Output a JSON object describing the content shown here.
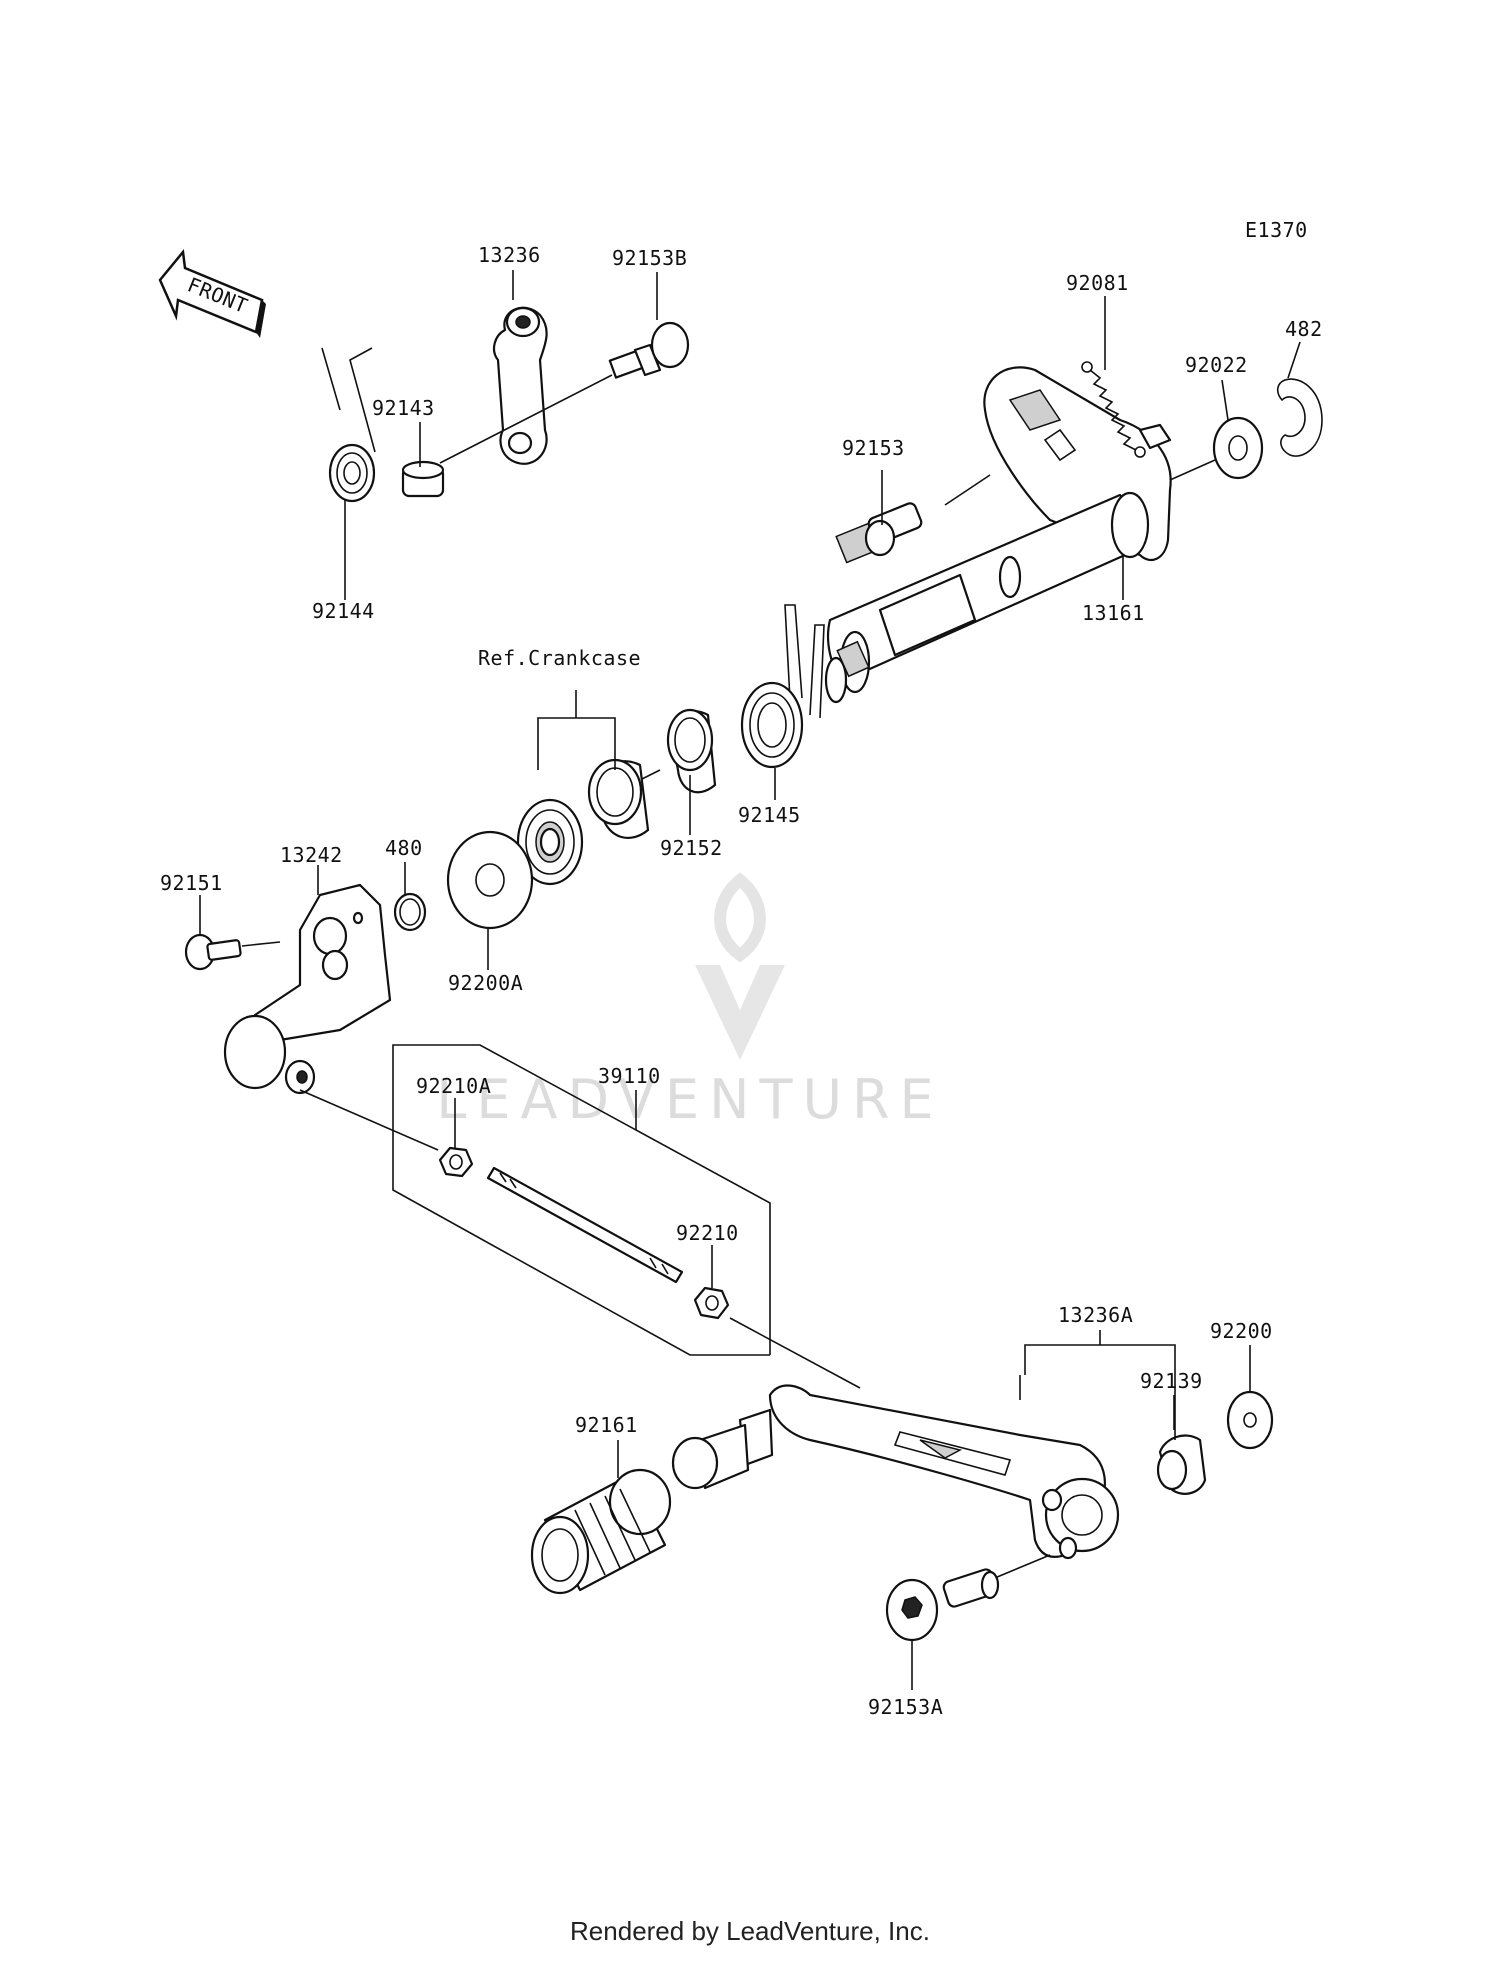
{
  "diagram": {
    "drawing_code": "E1370",
    "front_marker": "FRONT",
    "reference_label": "Ref.Crankcase",
    "watermark": "LEADVENTURE",
    "footer": "Rendered by LeadVenture, Inc.",
    "part_labels": [
      {
        "id": "13236",
        "text": "13236"
      },
      {
        "id": "92153B",
        "text": "92153B"
      },
      {
        "id": "92143",
        "text": "92143"
      },
      {
        "id": "92144",
        "text": "92144"
      },
      {
        "id": "92081",
        "text": "92081"
      },
      {
        "id": "482",
        "text": "482"
      },
      {
        "id": "92022",
        "text": "92022"
      },
      {
        "id": "92153",
        "text": "92153"
      },
      {
        "id": "13161",
        "text": "13161"
      },
      {
        "id": "92145",
        "text": "92145"
      },
      {
        "id": "92152",
        "text": "92152"
      },
      {
        "id": "13242",
        "text": "13242"
      },
      {
        "id": "480",
        "text": "480"
      },
      {
        "id": "92151",
        "text": "92151"
      },
      {
        "id": "92200A",
        "text": "92200A"
      },
      {
        "id": "39110",
        "text": "39110"
      },
      {
        "id": "92210A",
        "text": "92210A"
      },
      {
        "id": "92210",
        "text": "92210"
      },
      {
        "id": "13236A",
        "text": "13236A"
      },
      {
        "id": "92200",
        "text": "92200"
      },
      {
        "id": "92139",
        "text": "92139"
      },
      {
        "id": "92161",
        "text": "92161"
      },
      {
        "id": "92153A",
        "text": "92153A"
      }
    ]
  }
}
